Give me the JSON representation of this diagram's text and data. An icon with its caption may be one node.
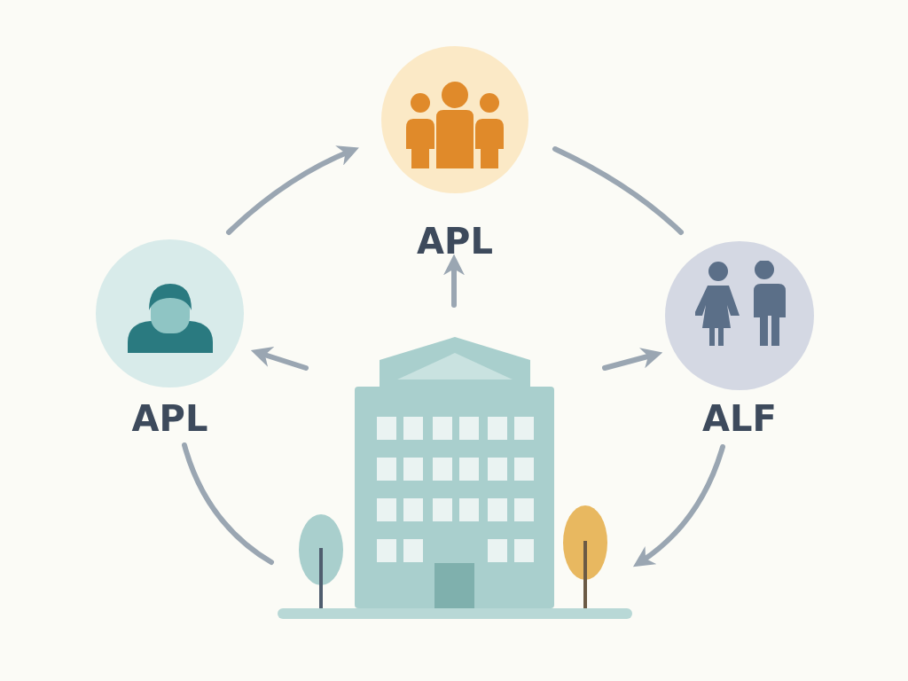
{
  "diagram": {
    "nodes": [
      {
        "text": [
          "APL"
        ]
      },
      {
        "text": [
          "APL"
        ]
      },
      {
        "text": [
          "ALF"
        ]
      },
      {
        "text": [],
        "shape": "picture"
      }
    ],
    "edges": [
      {
        "from": 1,
        "to": 0,
        "arrow": "to"
      },
      {
        "from": 0,
        "to": 2,
        "arrow": "none"
      },
      {
        "from": 2,
        "to": 3,
        "arrow": "to"
      },
      {
        "from": 1,
        "to": 3,
        "arrow": "none"
      },
      {
        "from": 3,
        "to": 0,
        "arrow": "to"
      },
      {
        "from": 3,
        "to": 1,
        "arrow": "to"
      },
      {
        "from": 3,
        "to": 2,
        "arrow": "to"
      }
    ]
  }
}
